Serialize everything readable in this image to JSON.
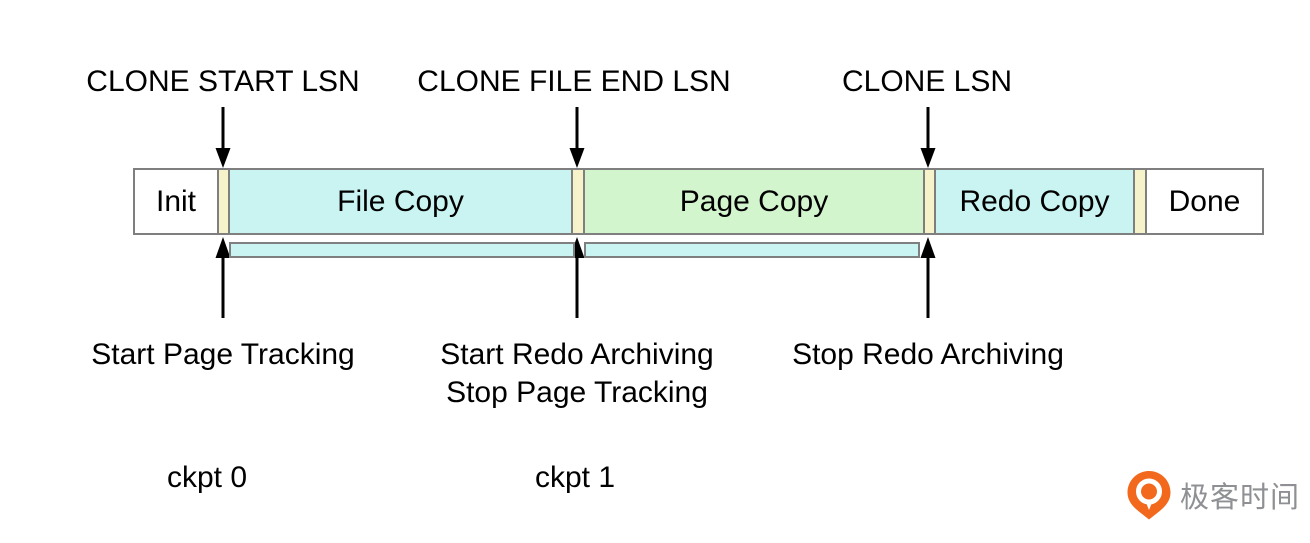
{
  "colors": {
    "cyan": "#c9f4f2",
    "green": "#d3f5ce",
    "yellow": "#f6f3cb",
    "seg_border": "#7f7f7f",
    "white_seg": "#ffffff",
    "text": "#000000",
    "logo_orange": "#f2691d",
    "logo_gray": "#8e9093",
    "bg": "#ffffff"
  },
  "top_annotations": [
    {
      "label": "CLONE START LSN"
    },
    {
      "label": "CLONE FILE END LSN"
    },
    {
      "label": "CLONE LSN"
    }
  ],
  "timeline": {
    "segments": [
      {
        "label": "Init"
      },
      {
        "label": "File Copy"
      },
      {
        "label": "Page Copy"
      },
      {
        "label": "Redo Copy"
      },
      {
        "label": "Done"
      }
    ]
  },
  "bottom_annotations": [
    {
      "line1": "Start Page Tracking",
      "line2": ""
    },
    {
      "line1": "Start Redo Archiving",
      "line2": "Stop Page Tracking"
    },
    {
      "line1": "Stop Redo Archiving",
      "line2": ""
    }
  ],
  "checkpoints": [
    {
      "label": "ckpt 0"
    },
    {
      "label": "ckpt 1"
    }
  ],
  "logo": {
    "icon": "geektime-pin-icon",
    "brand_text": "极客时间"
  }
}
